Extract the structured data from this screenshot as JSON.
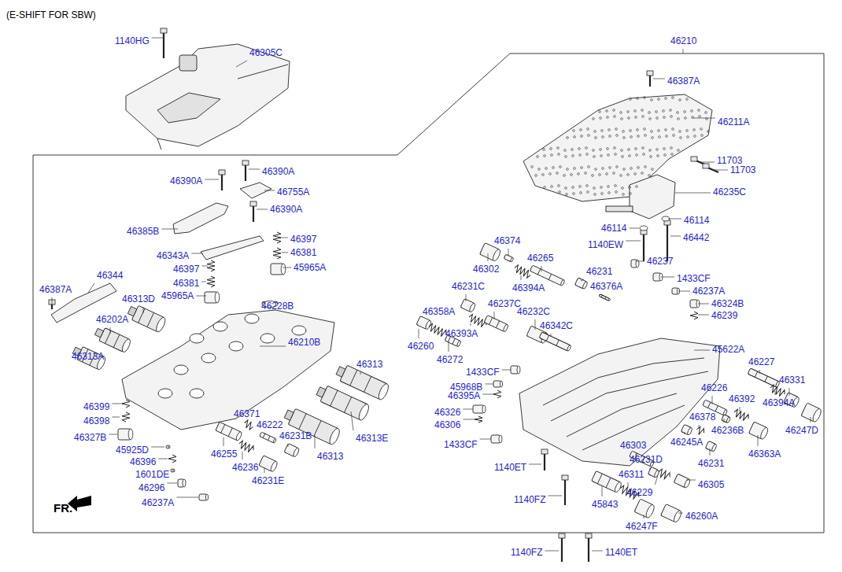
{
  "diagram": {
    "title": "(E-SHIFT FOR SBW)",
    "labels": [
      "1140HG",
      "46305C",
      "46210",
      "46387A",
      "46211A",
      "11703",
      "11703",
      "46235C",
      "46114",
      "46114",
      "1140EW",
      "46442",
      "46237",
      "46374",
      "46302",
      "46265",
      "46394A",
      "46231",
      "46376A",
      "1433CF",
      "46237A",
      "46324B",
      "46239",
      "46231C",
      "46237C",
      "46232C",
      "46358A",
      "46393A",
      "46342C",
      "46260",
      "46272",
      "45622A",
      "46227",
      "46331",
      "1433CF",
      "45968B",
      "46395A",
      "46226",
      "46392",
      "46394A",
      "46326",
      "46378",
      "46236B",
      "46247D",
      "46306",
      "46245A",
      "1433CF",
      "46363A",
      "46303",
      "46231D",
      "46231",
      "1140ET",
      "46311",
      "46305",
      "46229",
      "45843",
      "1140FZ",
      "46247F",
      "46260A",
      "1140FZ",
      "1140ET",
      "46390A",
      "46390A",
      "46755A",
      "46390A",
      "46385B",
      "46397",
      "46343A",
      "46381",
      "46344",
      "46397",
      "45965A",
      "46387A",
      "46381",
      "46313D",
      "45965A",
      "46228B",
      "46202A",
      "46210B",
      "46313A",
      "46313",
      "46399",
      "46398",
      "46371",
      "46313E",
      "46327B",
      "46222",
      "46231B",
      "45925D",
      "46255",
      "46313",
      "46236",
      "46396",
      "1601DE",
      "46296",
      "46231E",
      "46237A",
      "FR."
    ]
  }
}
